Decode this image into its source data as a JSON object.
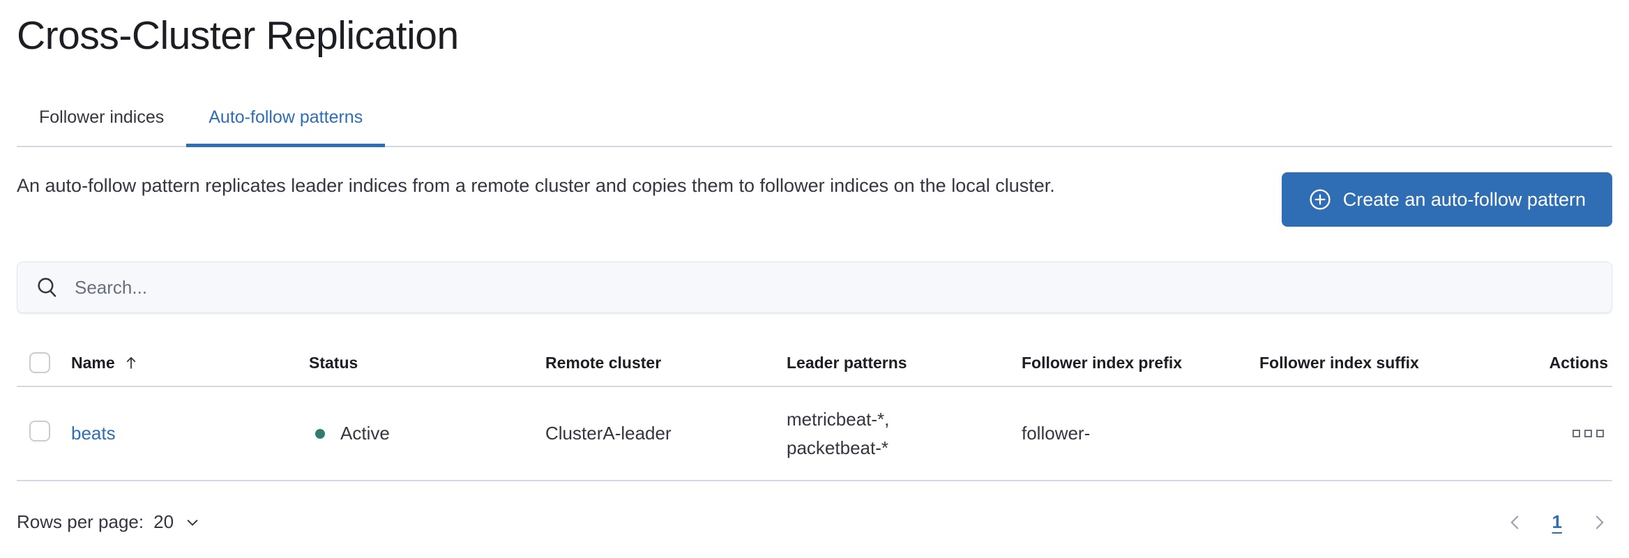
{
  "page": {
    "title": "Cross-Cluster Replication"
  },
  "tabs": [
    {
      "label": "Follower indices",
      "active": false
    },
    {
      "label": "Auto-follow patterns",
      "active": true
    }
  ],
  "description": "An auto-follow pattern replicates leader indices from a remote cluster and copies them to follower indices on the local cluster.",
  "create_button": {
    "label": "Create an auto-follow pattern",
    "icon": "plus-in-circle-icon"
  },
  "search": {
    "placeholder": "Search...",
    "value": "",
    "icon": "search-icon"
  },
  "table": {
    "columns": {
      "name": "Name",
      "status": "Status",
      "remote_cluster": "Remote cluster",
      "leader_patterns": "Leader patterns",
      "follower_index_prefix": "Follower index prefix",
      "follower_index_suffix": "Follower index suffix",
      "actions": "Actions"
    },
    "sort": {
      "column": "Name",
      "direction": "ascending",
      "icon": "sort-ascending-arrow-icon"
    },
    "rows": [
      {
        "name": "beats",
        "status": "Active",
        "status_color": "#2e7d72",
        "remote_cluster": "ClusterA-leader",
        "leader_patterns": "metricbeat-*, packetbeat-*",
        "follower_index_prefix": "follower-",
        "follower_index_suffix": "",
        "actions_icon": "boxes-horizontal-icon"
      }
    ]
  },
  "pagination": {
    "rows_per_page_label": "Rows per page:",
    "rows_per_page_value": "20",
    "current_page": "1"
  },
  "colors": {
    "accent_blue": "#2f6eb5",
    "status_active_green": "#2e7d72",
    "border_gray": "#d3dae6",
    "text_dark": "#343741",
    "muted_gray": "#69707d",
    "pager_arrow_gray": "#98a2b3",
    "search_background": "#f7f8fc"
  }
}
